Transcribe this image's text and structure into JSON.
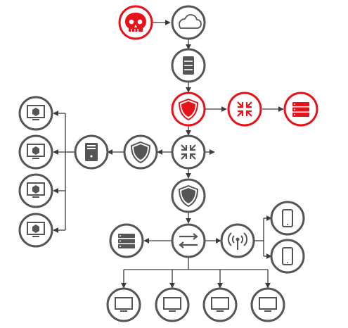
{
  "diagram": {
    "colors": {
      "accent": "#e8121a",
      "node_border": "#565656",
      "connector": "#3a3a3a",
      "background": "#ffffff"
    },
    "nodes": [
      {
        "id": "attacker",
        "icon": "skull-icon",
        "color": "red"
      },
      {
        "id": "internet",
        "icon": "cloud-icon",
        "color": "grey"
      },
      {
        "id": "edge-server",
        "icon": "server-rack-icon",
        "color": "grey"
      },
      {
        "id": "compromised-firewall",
        "icon": "shield-icon",
        "color": "red"
      },
      {
        "id": "compromised-router",
        "icon": "router-arrows-icon",
        "color": "red"
      },
      {
        "id": "compromised-storage",
        "icon": "server-rack-icon",
        "color": "red"
      },
      {
        "id": "core-router",
        "icon": "router-arrows-icon",
        "color": "grey"
      },
      {
        "id": "internal-firewall",
        "icon": "shield-icon",
        "color": "grey"
      },
      {
        "id": "tower-server",
        "icon": "tower-server-icon",
        "color": "grey"
      },
      {
        "id": "workstation-1",
        "icon": "monitor-box-icon",
        "color": "grey"
      },
      {
        "id": "workstation-2",
        "icon": "monitor-box-icon",
        "color": "grey"
      },
      {
        "id": "workstation-3",
        "icon": "monitor-box-icon",
        "color": "grey"
      },
      {
        "id": "workstation-4",
        "icon": "monitor-box-icon",
        "color": "grey"
      },
      {
        "id": "lan-firewall",
        "icon": "shield-icon",
        "color": "grey"
      },
      {
        "id": "lan-switch",
        "icon": "switch-arrows-icon",
        "color": "grey"
      },
      {
        "id": "lan-server",
        "icon": "server-rack-icon",
        "color": "grey"
      },
      {
        "id": "wireless-ap",
        "icon": "wifi-tower-icon",
        "color": "grey"
      },
      {
        "id": "tablet-1",
        "icon": "tablet-icon",
        "color": "grey"
      },
      {
        "id": "tablet-2",
        "icon": "tablet-icon",
        "color": "grey"
      },
      {
        "id": "desktop-1",
        "icon": "monitor-icon",
        "color": "grey"
      },
      {
        "id": "desktop-2",
        "icon": "monitor-icon",
        "color": "grey"
      },
      {
        "id": "desktop-3",
        "icon": "monitor-icon",
        "color": "grey"
      },
      {
        "id": "desktop-4",
        "icon": "monitor-icon",
        "color": "grey"
      }
    ],
    "edges": [
      {
        "from": "attacker",
        "to": "internet"
      },
      {
        "from": "internet",
        "to": "edge-server"
      },
      {
        "from": "edge-server",
        "to": "compromised-firewall"
      },
      {
        "from": "compromised-firewall",
        "to": "compromised-router"
      },
      {
        "from": "compromised-router",
        "to": "compromised-storage"
      },
      {
        "from": "compromised-firewall",
        "to": "core-router"
      },
      {
        "from": "core-router",
        "to": "internal-firewall"
      },
      {
        "from": "internal-firewall",
        "to": "tower-server"
      },
      {
        "from": "tower-server",
        "to": "workstation-1"
      },
      {
        "from": "tower-server",
        "to": "workstation-2"
      },
      {
        "from": "tower-server",
        "to": "workstation-3"
      },
      {
        "from": "tower-server",
        "to": "workstation-4"
      },
      {
        "from": "core-router",
        "to": "lan-firewall"
      },
      {
        "from": "lan-firewall",
        "to": "lan-switch"
      },
      {
        "from": "lan-switch",
        "to": "lan-server"
      },
      {
        "from": "lan-switch",
        "to": "wireless-ap"
      },
      {
        "from": "wireless-ap",
        "to": "tablet-1"
      },
      {
        "from": "wireless-ap",
        "to": "tablet-2"
      },
      {
        "from": "lan-switch",
        "to": "desktop-1"
      },
      {
        "from": "lan-switch",
        "to": "desktop-2"
      },
      {
        "from": "lan-switch",
        "to": "desktop-3"
      },
      {
        "from": "lan-switch",
        "to": "desktop-4"
      }
    ]
  }
}
